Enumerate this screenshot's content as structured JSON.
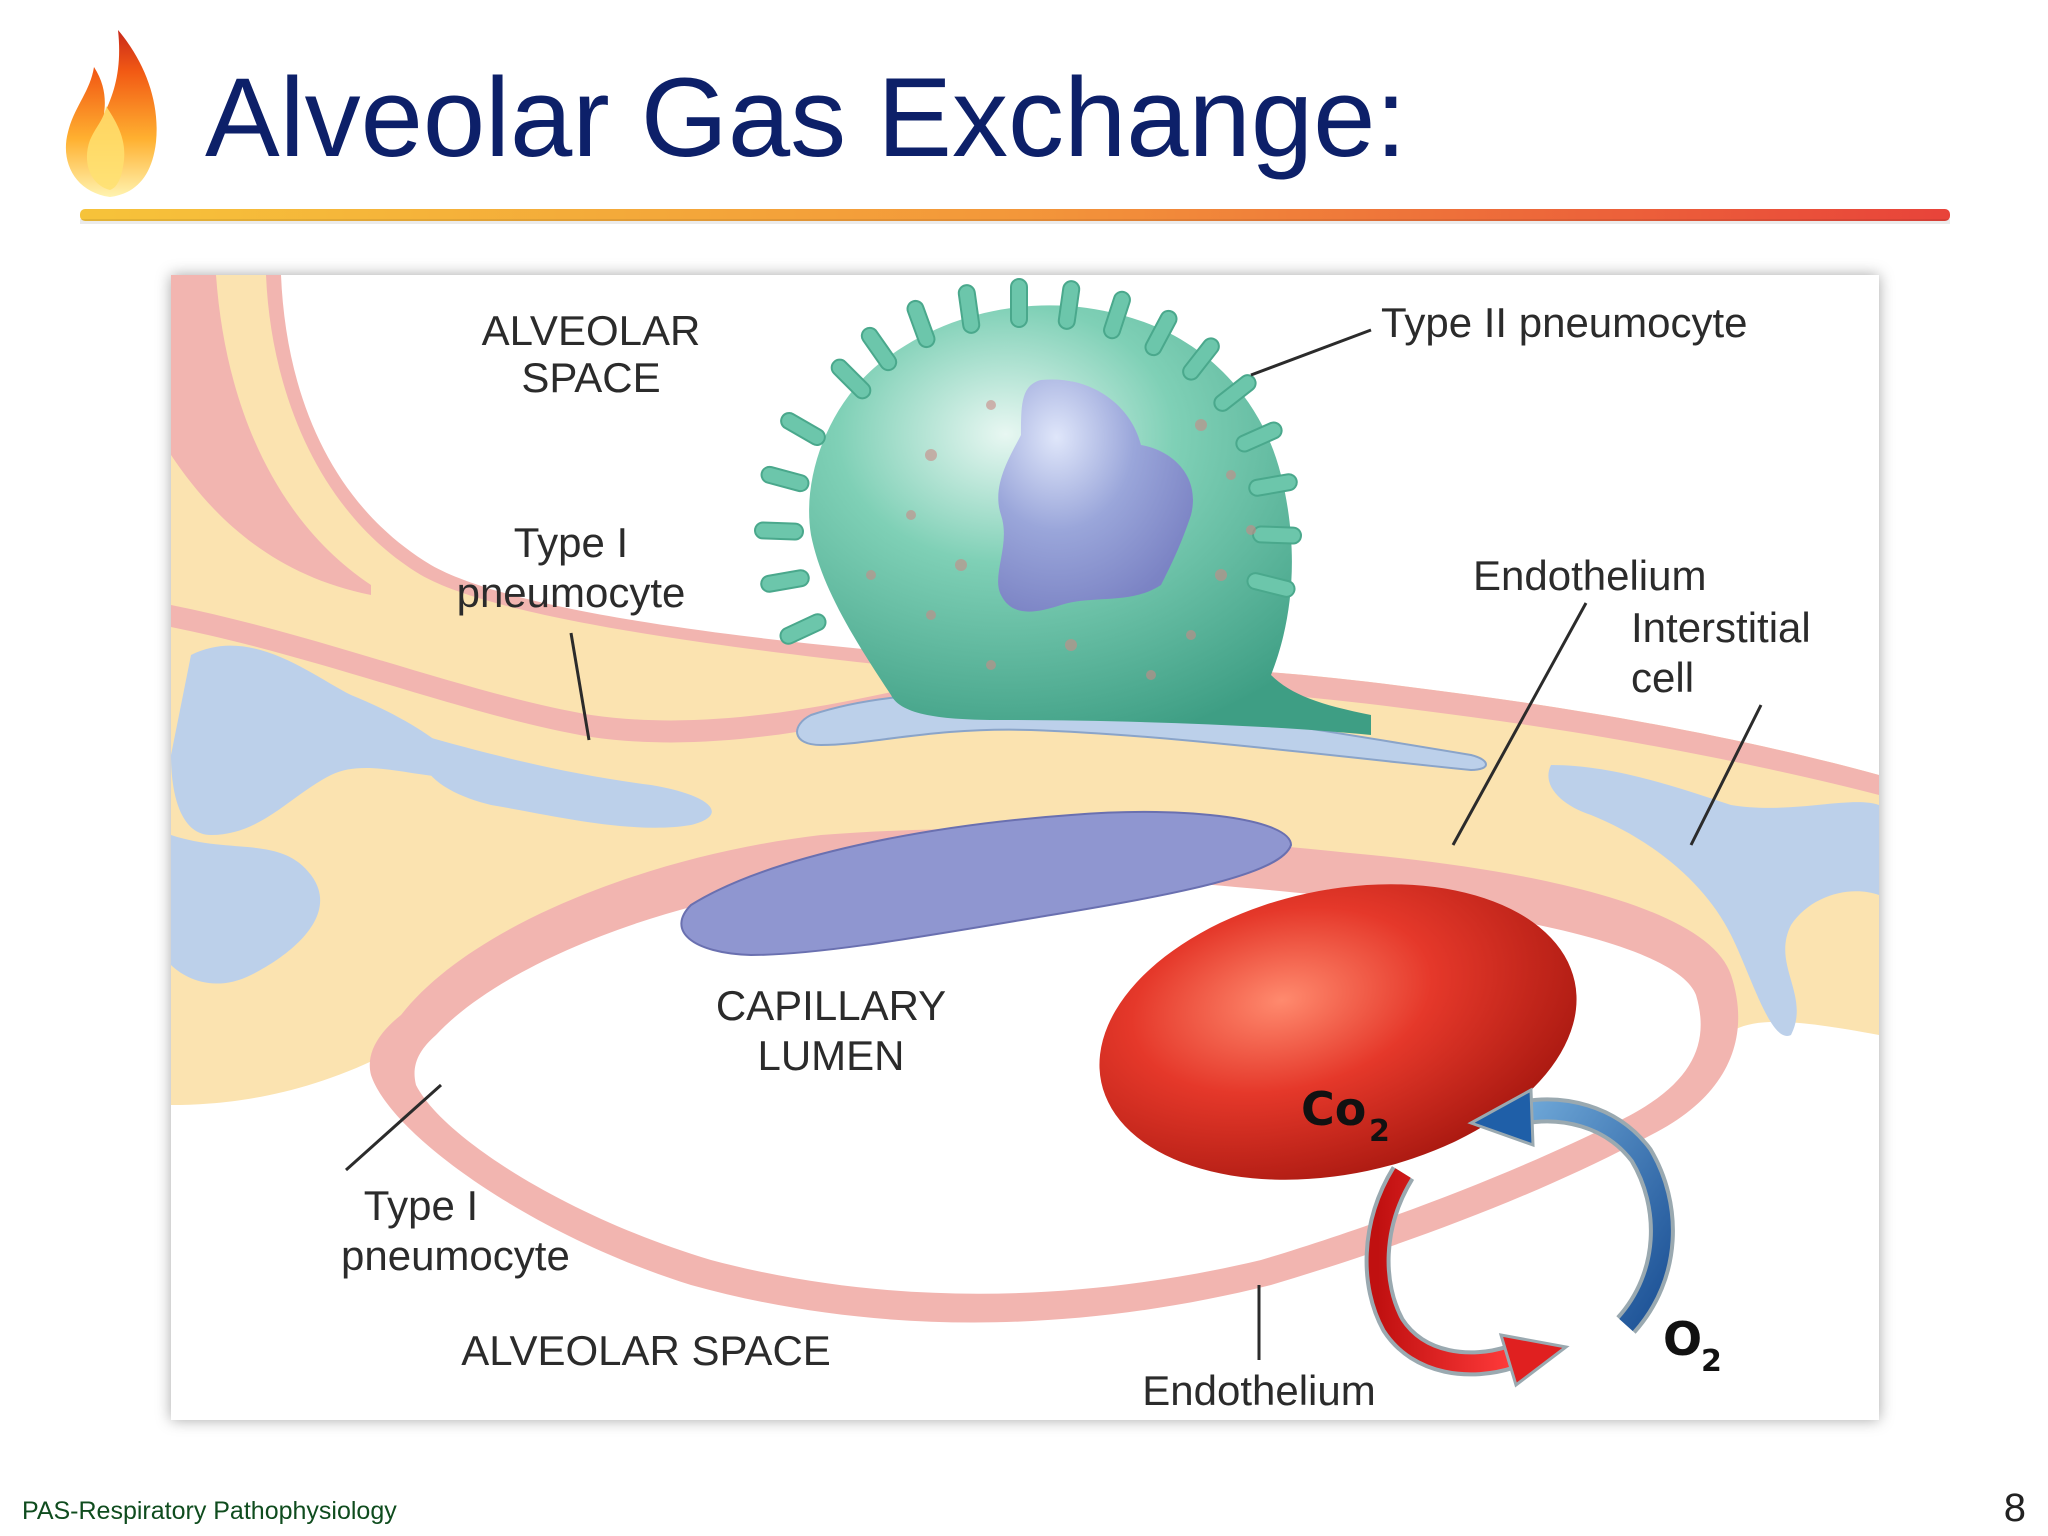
{
  "slide": {
    "title": "Alveolar Gas Exchange:",
    "footer": "PAS-Respiratory Pathophysiology",
    "page_number": "8"
  },
  "diagram": {
    "labels": {
      "alveolar_space_top_1": "ALVEOLAR",
      "alveolar_space_top_2": "SPACE",
      "type1_top_1": "Type I",
      "type1_top_2": "pneumocyte",
      "type2": "Type II pneumocyte",
      "endothelium_top": "Endothelium",
      "interstitial_1": "Interstitial",
      "interstitial_2": "cell",
      "capillary_1": "CAPILLARY",
      "capillary_2": "LUMEN",
      "type1_bottom_1": "Type I",
      "type1_bottom_2": "pneumocyte",
      "alveolar_space_bottom": "ALVEOLAR SPACE",
      "endothelium_bottom": "Endothelium",
      "co2_main": "Co",
      "co2_sub": "2",
      "o2_main": "O",
      "o2_sub": "2"
    },
    "colors": {
      "accent_title": "#0d2069",
      "red_blood_cell": "#e0362a",
      "type2_cell": "#5fbfa3",
      "nucleus": "#8f96d0",
      "interstitium": "#fbe3b0",
      "epithelium": "#f2b5b0",
      "interstitial_cell": "#bcd0ea",
      "co2_arrow": "#e02020",
      "o2_arrow": "#1f5fa8"
    },
    "icons": [
      "flame-icon",
      "co2-arrow-icon",
      "o2-arrow-icon"
    ]
  }
}
